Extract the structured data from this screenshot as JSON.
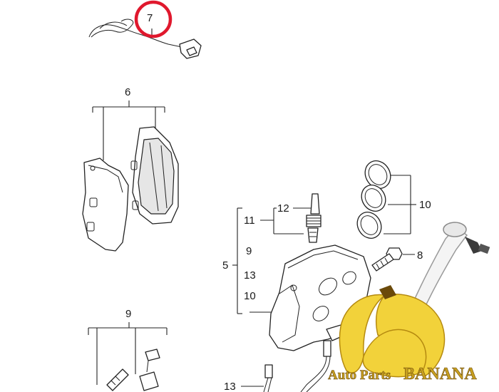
{
  "callouts": {
    "c7": "7",
    "c6": "6",
    "c12": "12",
    "c11": "11",
    "c9a": "9",
    "c5": "5",
    "c13a": "13",
    "c10a": "10",
    "c10b": "10",
    "c8": "8",
    "c9b": "9",
    "c13b": "13"
  },
  "highlight": {
    "target": "7",
    "color": "#e0182d"
  },
  "watermark": {
    "brand_small": "Auto Parts",
    "brand_big": "BANANA",
    "text_color": "#c8a020",
    "banana_color": "#f2d23a"
  }
}
